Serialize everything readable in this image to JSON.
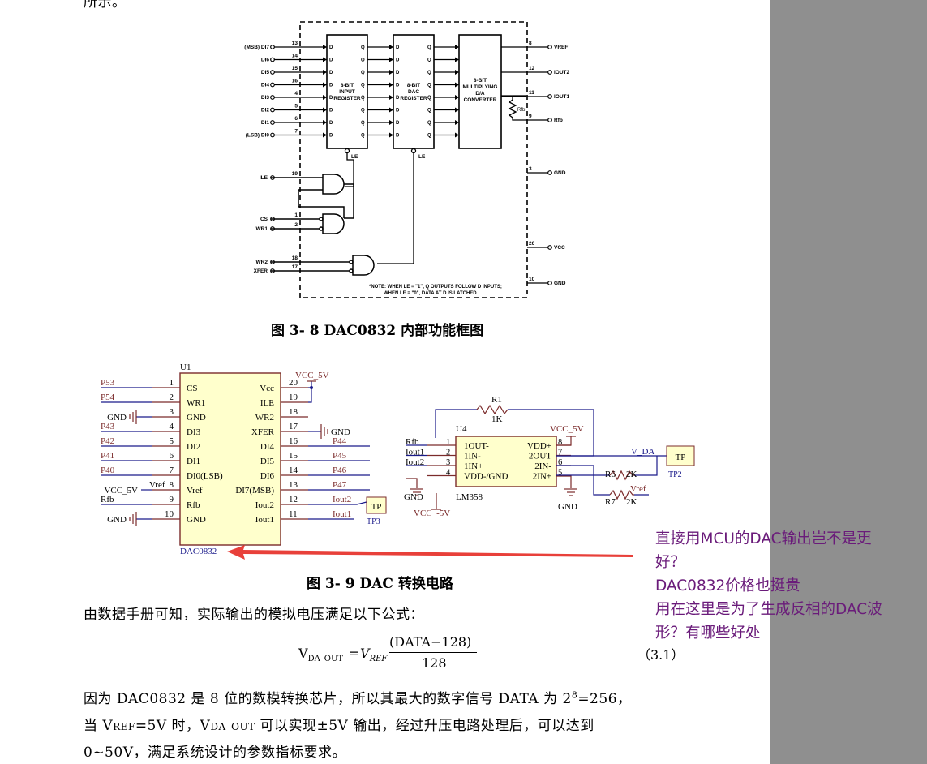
{
  "top_fragment": "所示。",
  "figure1": {
    "caption": "图 3- 8 DAC0832 内部功能框图",
    "left_pins": [
      {
        "label": "(MSB) DI7",
        "num": "13"
      },
      {
        "label": "DI6",
        "num": "14"
      },
      {
        "label": "DI5",
        "num": "15"
      },
      {
        "label": "DI4",
        "num": "16"
      },
      {
        "label": "DI3",
        "num": "4"
      },
      {
        "label": "DI2",
        "num": "5"
      },
      {
        "label": "DI1",
        "num": "6"
      },
      {
        "label": "(LSB) DI0",
        "num": "7"
      }
    ],
    "right_pins": [
      {
        "label": "VREF",
        "num": "8"
      },
      {
        "label": "IOUT2",
        "num": "12"
      },
      {
        "label": "IOUT1",
        "num": "11"
      },
      {
        "label": "Rfb",
        "num": "9"
      },
      {
        "label": "GND",
        "num": "3"
      },
      {
        "label": "VCC",
        "num": "20"
      },
      {
        "label": "GND",
        "num": "10"
      }
    ],
    "control_pins": [
      {
        "label": "ILE",
        "num": "19"
      },
      {
        "label": "CS",
        "num": "1"
      },
      {
        "label": "WR1",
        "num": "2"
      },
      {
        "label": "WR2",
        "num": "18"
      },
      {
        "label": "XFER",
        "num": "17"
      }
    ],
    "blocks": {
      "input_register": [
        "8-BIT",
        "INPUT",
        "REGISTER"
      ],
      "dac_register": [
        "8-BIT",
        "DAC",
        "REGISTER"
      ],
      "converter": [
        "8-BIT",
        "MULTIPLYING",
        "D/A",
        "CONVERTER"
      ]
    },
    "rfb_label": "Rfb",
    "le_label": "LE",
    "note_line1": "*NOTE: WHEN LE = \"1\", Q OUTPUTS FOLLOW D INPUTS;",
    "note_line2": "WHEN LE = \"0\", DATA AT D IS LATCHED."
  },
  "figure2": {
    "caption": "图 3- 9 DAC 转换电路",
    "u1": {
      "ref": "U1",
      "part": "DAC0832",
      "vcc_label": "VCC_5V",
      "left_pins": [
        {
          "net": "P53",
          "num": "1",
          "name": "CS"
        },
        {
          "net": "P54",
          "num": "2",
          "name": "WR1"
        },
        {
          "net": "GND",
          "num": "3",
          "name": "GND"
        },
        {
          "net": "P43",
          "num": "4",
          "name": "DI3"
        },
        {
          "net": "P42",
          "num": "5",
          "name": "DI2"
        },
        {
          "net": "P41",
          "num": "6",
          "name": "DI1"
        },
        {
          "net": "P40",
          "num": "7",
          "name": "DI0(LSB)"
        },
        {
          "net": "Vref",
          "num": "8",
          "name": "Vref"
        },
        {
          "net": "Rfb",
          "num": "9",
          "name": "Rfb"
        },
        {
          "net": "GND",
          "num": "10",
          "name": "GND"
        }
      ],
      "right_pins": [
        {
          "net": "",
          "num": "20",
          "name": "Vcc"
        },
        {
          "net": "",
          "num": "19",
          "name": "ILE"
        },
        {
          "net": "",
          "num": "18",
          "name": "WR2"
        },
        {
          "net": "GND",
          "num": "17",
          "name": "XFER"
        },
        {
          "net": "P44",
          "num": "16",
          "name": "DI4"
        },
        {
          "net": "P45",
          "num": "15",
          "name": "DI5"
        },
        {
          "net": "P46",
          "num": "14",
          "name": "DI6"
        },
        {
          "net": "P47",
          "num": "13",
          "name": "DI7(MSB)"
        },
        {
          "net": "Iout2",
          "num": "12",
          "name": "Iout2"
        },
        {
          "net": "Iout1",
          "num": "11",
          "name": "Iout1"
        }
      ],
      "vcc_left": "VCC_5V",
      "gnd_left": "GND",
      "tp3": "TP",
      "tp3_ref": "TP3"
    },
    "r1": {
      "ref": "R1",
      "value": "1K"
    },
    "u4": {
      "ref": "U4",
      "part": "LM358",
      "vcc_label": "VCC_5V",
      "vee_label": "VCC_-5V",
      "left_pins": [
        {
          "net": "Rfb",
          "num": "1",
          "name": "1OUT-"
        },
        {
          "net": "Iout1",
          "num": "2",
          "name": "1IN-"
        },
        {
          "net": "Iout2",
          "num": "3",
          "name": "1IN+"
        },
        {
          "net": "",
          "num": "4",
          "name": "VDD-/GND"
        }
      ],
      "right_pins": [
        {
          "num": "8",
          "name": "VDD+"
        },
        {
          "num": "7",
          "name": "2OUT"
        },
        {
          "num": "6",
          "name": "2IN-"
        },
        {
          "num": "5",
          "name": "2IN+"
        }
      ],
      "gnd_left": "GND",
      "gnd_right": "GND"
    },
    "v_da": "V_DA",
    "tp2": "TP",
    "tp2_ref": "TP2",
    "r6": {
      "ref": "R6",
      "value": "2K"
    },
    "r7": {
      "ref": "R7",
      "value": "2K"
    },
    "vref_label": "Vref"
  },
  "para1": "由数据手册可知，实际输出的模拟电压满足以下公式：",
  "formula": {
    "lhs": "V",
    "lhs_sub": "DA_OUT",
    "eq": "=",
    "v": "V",
    "v_sub": "REF",
    "numerator": "(DATA−128)",
    "denominator": "128",
    "number": "（3.1）"
  },
  "para2": {
    "line1_a": "因为 DAC0832 是 8 位的数模转换芯片，所以其最大的数字信号 DATA 为 2",
    "line1_sup": "8",
    "line1_b": "=256，",
    "line2_a": "当 V",
    "line2_sub1": "REF",
    "line2_b": "=5V 时，V",
    "line2_sub2": "DA_OUT",
    "line2_c": " 可以实现±5V 输出，经过升压电路处理后，可以达到",
    "line3": "0~50V，满足系统设计的参数指标要求。"
  },
  "comment": {
    "lines": [
      "直接用MCU的DAC输出岂不是更",
      "好？",
      "DAC0832价格也挺贵",
      "用在这里是为了生成反相的DAC波",
      "形？有哪些好处"
    ],
    "color": "#6a1b7a",
    "arrow_color": "#e8403a"
  }
}
